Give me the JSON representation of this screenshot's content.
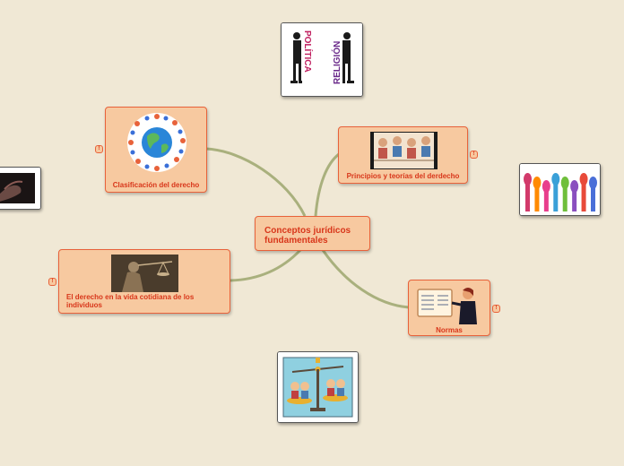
{
  "central": {
    "label": "Conceptos jurídicos fundamentales"
  },
  "topics": [
    {
      "label": "Clasificación del derecho",
      "badge": "!"
    },
    {
      "label": "Principios y teorías del derdecho",
      "badge": "!"
    },
    {
      "label": "El derecho en la vida cotidiana de los individuos",
      "badge": "!"
    },
    {
      "label": "Normas",
      "badge": "!"
    }
  ],
  "floating_images": {
    "politics_religion": {
      "words": [
        "POLÍTICA",
        "RELIGIÓN"
      ]
    },
    "hands": {
      "colors": [
        "#d23a6b",
        "#ff8a00",
        "#e83e8c",
        "#3aa0d8",
        "#6fbf3b",
        "#8a4fbf",
        "#e84a3a",
        "#4a6fd8"
      ]
    }
  },
  "colors": {
    "background": "#f0e8d5",
    "node_fill": "#f7c9a0",
    "node_border": "#e8623a",
    "node_text": "#d8361a",
    "link": "#a9b07d"
  }
}
